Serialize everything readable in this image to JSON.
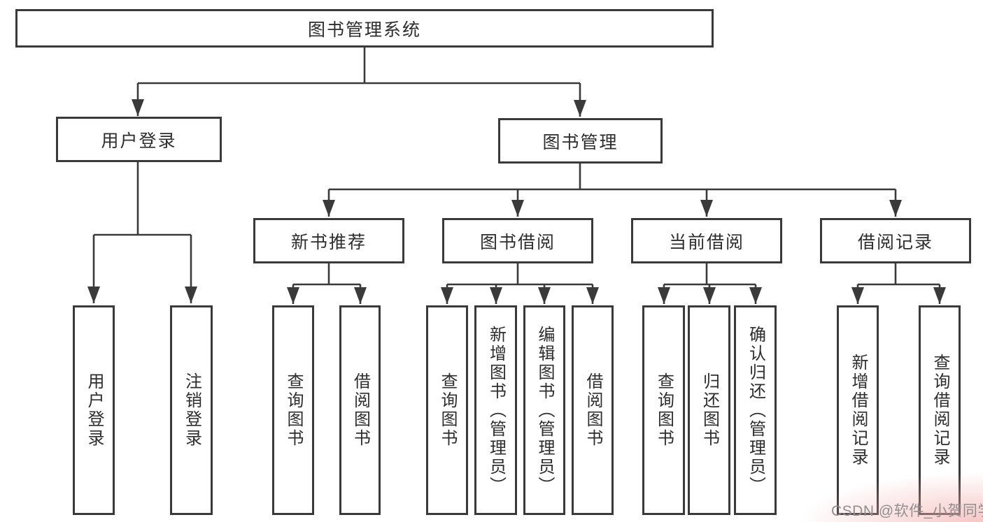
{
  "diagram_title": "图书管理系统",
  "tree": {
    "root": {
      "label": "图书管理系统",
      "children": [
        {
          "label": "用户登录",
          "children": [
            {
              "label": "用户登录"
            },
            {
              "label": "注销登录"
            }
          ]
        },
        {
          "label": "图书管理",
          "children": [
            {
              "label": "新书推荐",
              "children": [
                {
                  "label": "查询图书"
                },
                {
                  "label": "借阅图书"
                }
              ]
            },
            {
              "label": "图书借阅",
              "children": [
                {
                  "label": "查询图书"
                },
                {
                  "label": "新增图书（管理员）"
                },
                {
                  "label": "编辑图书（管理员）"
                },
                {
                  "label": "借阅图书"
                }
              ]
            },
            {
              "label": "当前借阅",
              "children": [
                {
                  "label": "查询图书"
                },
                {
                  "label": "归还图书"
                },
                {
                  "label": "确认归还（管理员）"
                }
              ]
            },
            {
              "label": "借阅记录",
              "children": [
                {
                  "label": "新增借阅记录"
                },
                {
                  "label": "查询借阅记录"
                }
              ]
            }
          ]
        }
      ]
    }
  },
  "watermark": {
    "text": "CSDN @软件_小贺同学"
  },
  "colors": {
    "line": "#3a3a3a",
    "box_border": "#3a3a3a",
    "box_fill": "#ffffff",
    "text": "#2d2d2d",
    "watermark_text": "#8f8f8f",
    "watermark_tint": "#f2a8a8",
    "background": "#ffffff"
  }
}
